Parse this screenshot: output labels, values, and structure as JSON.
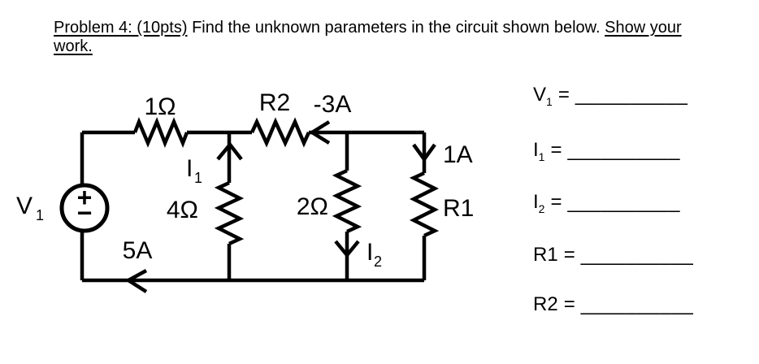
{
  "header": {
    "p1": "Problem 4: (10pts)",
    "p2": " Find the unknown parameters in the circuit shown below. ",
    "p3": "Show your",
    "p4": "work."
  },
  "circuit": {
    "source": {
      "label_base": "V",
      "label_sub": "1",
      "plus": "+",
      "minus": "−"
    },
    "labels": {
      "r_series": "1Ω",
      "r2": "R2",
      "i_top": "-3A",
      "i_right": "1A",
      "r1": "R1",
      "r_mid": "2Ω",
      "r_branch": "4Ω",
      "i_bottom": "5A",
      "i1_base": "I",
      "i1_sub": "1",
      "i2_base": "I",
      "i2_sub": "2"
    }
  },
  "answers": [
    {
      "base": "V",
      "sub": "1",
      "eq": "=",
      "blank": "__________"
    },
    {
      "base": "I",
      "sub": "1",
      "eq": "=",
      "blank": "__________"
    },
    {
      "base": "I",
      "sub": "2",
      "eq": "=",
      "blank": "__________"
    },
    {
      "base": "R1",
      "sub": "",
      "eq": "=",
      "blank": "__________"
    },
    {
      "base": "R2",
      "sub": "",
      "eq": "=",
      "blank": "__________"
    }
  ]
}
